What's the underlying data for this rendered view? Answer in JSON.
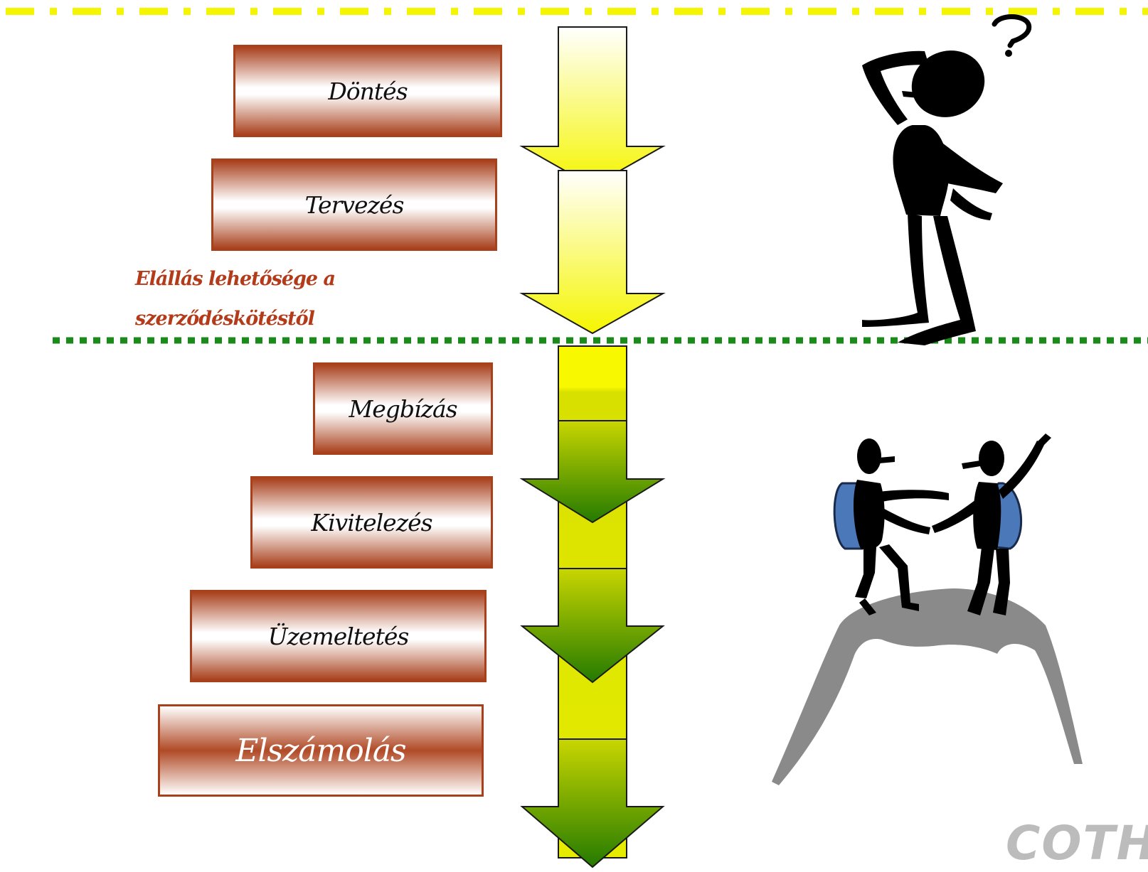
{
  "steps": {
    "dontes": "Döntés",
    "tervezes": "Tervezés",
    "megbizas": "Megbízás",
    "kivitelezes": "Kivitelezés",
    "uzemeltetes": "Üzemeltetés",
    "elszamolas": "Elszámolás"
  },
  "note": {
    "line1": "Elállás lehetősége a",
    "line2": "szerződéskötéstől"
  },
  "brand": "COTH",
  "colors": {
    "box_border": "#a8401c",
    "note_text": "#b33b1a",
    "top_divider": "#f5f500",
    "middle_divider": "#1a8a1a",
    "arrow_yellow": "#f5f500",
    "arrow_green": "#2a7d00",
    "figure": "#000000",
    "backpack": "#4a78b8",
    "rock": "#8a8a8a",
    "brand_text": "#bcbcbc"
  },
  "icons": {
    "thinking_figure": "thinking-person-icon",
    "hikers": "hikers-on-summit-icon"
  }
}
